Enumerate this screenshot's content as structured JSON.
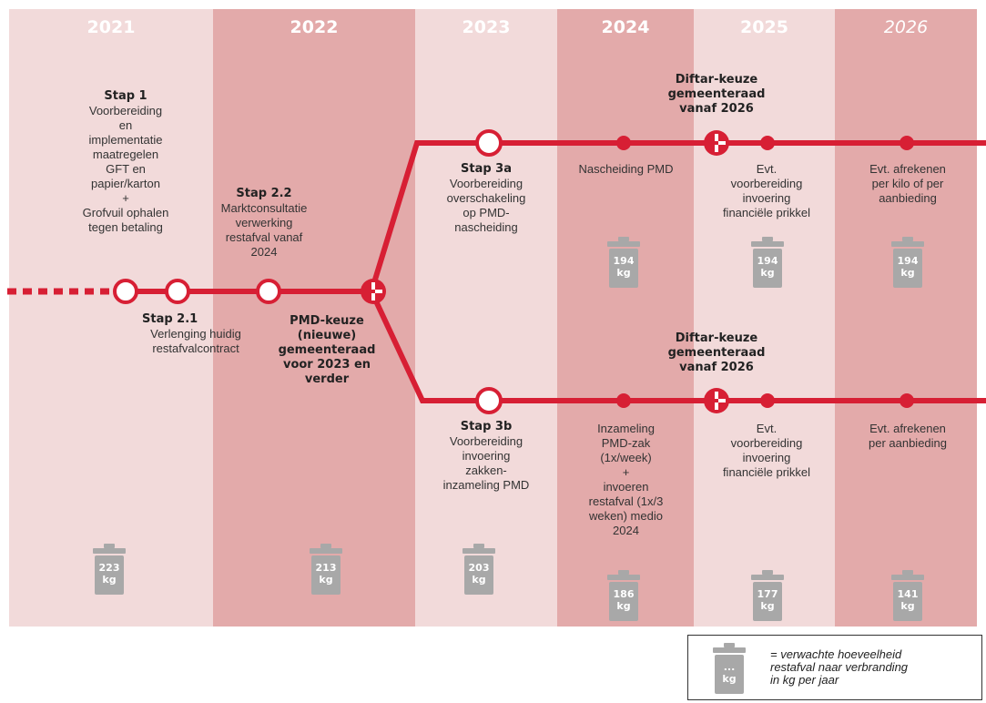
{
  "years": [
    {
      "label": "2021",
      "italic": false
    },
    {
      "label": "2022",
      "italic": false
    },
    {
      "label": "2023",
      "italic": false
    },
    {
      "label": "2024",
      "italic": false
    },
    {
      "label": "2025",
      "italic": false
    },
    {
      "label": "2026",
      "italic": true
    }
  ],
  "colors": {
    "light_band": "#f2dada",
    "dark_band": "#e3aaaa",
    "line": "#d71f34",
    "bin": "#a8a8a8"
  },
  "labels": {
    "stap1": {
      "title": "Stap 1",
      "body": "Voorbereiding\nen\nimplementatie\nmaatregelen\nGFT en\npapier/karton\n+\nGrofvuil ophalen\ntegen betaling"
    },
    "stap21": {
      "title": "Stap 2.1",
      "body": "Verlenging huidig\nrestafvalcontract"
    },
    "stap22": {
      "title": "Stap 2.2",
      "body": "Marktconsultatie\nverwerking\nrestafval vanaf\n2024"
    },
    "pmd_keuze": "PMD-keuze\n(nieuwe)\ngemeenteraad\nvoor 2023 en\nverder",
    "stap3a": {
      "title": "Stap 3a",
      "body": "Voorbereiding\noverschakeling\nop PMD-\nnascheiding"
    },
    "stap3b": {
      "title": "Stap 3b",
      "body": "Voorbereiding\ninvoering\nzakken-\ninzameling PMD"
    },
    "diftar_top": "Diftar-keuze\ngemeenteraad\nvanaf 2026",
    "diftar_bottom": "Diftar-keuze\ngemeenteraad\nvanaf 2026",
    "nascheiding": "Nascheiding PMD",
    "evt_fin_top": "Evt.\nvoorbereiding\ninvoering\nfinanciële prikkel",
    "evt_fin_bottom": "Evt.\nvoorbereiding\ninvoering\nfinanciële prikkel",
    "evt_kilo": "Evt. afrekenen\nper kilo of per\naanbieding",
    "inzameling": "Inzameling\nPMD-zak\n(1x/week)\n+\ninvoeren\nrestafval (1x/3\nweken) medio\n2024",
    "evt_aanbieding": "Evt. afrekenen\nper aanbieding"
  },
  "bins": {
    "top_2024": "194\nkg",
    "top_2025": "194\nkg",
    "top_2026": "194\nkg",
    "b_2021": "223\nkg",
    "b_2022": "213\nkg",
    "b_2023": "203\nkg",
    "b_2024": "186\nkg",
    "b_2025": "177\nkg",
    "b_2026": "141\nkg"
  },
  "legend": {
    "bin_text": "...\nkg",
    "text": "= verwachte hoeveelheid\nrestafval naar verbranding\nin kg per jaar"
  }
}
